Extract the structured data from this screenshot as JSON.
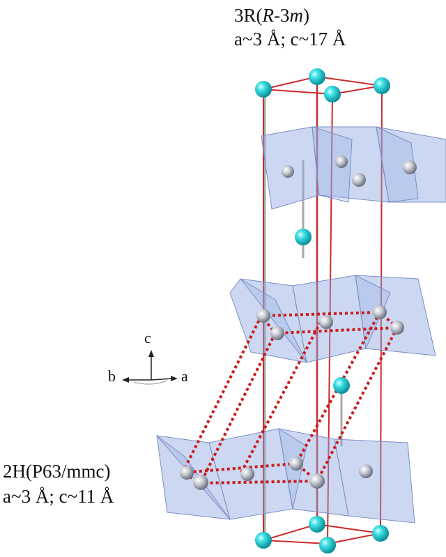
{
  "top_label": {
    "line1_prefix": "3R(",
    "line1_italic_a": "R",
    "line1_mid": "-3",
    "line1_italic_b": "m",
    "line1_suffix": ")",
    "line2": "a~3 Å; c~17 Å"
  },
  "bottom_label": {
    "line1": "2H(P63/mmc)",
    "line2": "a~3 Å; c~11 Å"
  },
  "axes": {
    "c": "c",
    "b": "b",
    "a": "a"
  },
  "colors": {
    "chalcogen_atom": "#2ad0d6",
    "metal_atom": "#c8ccd4",
    "octahedron_fill": "#8fa8e0",
    "cell_3r": "#cc2a2a",
    "cell_2h": "#cc1a1a",
    "bond": "#a8a8a8"
  }
}
